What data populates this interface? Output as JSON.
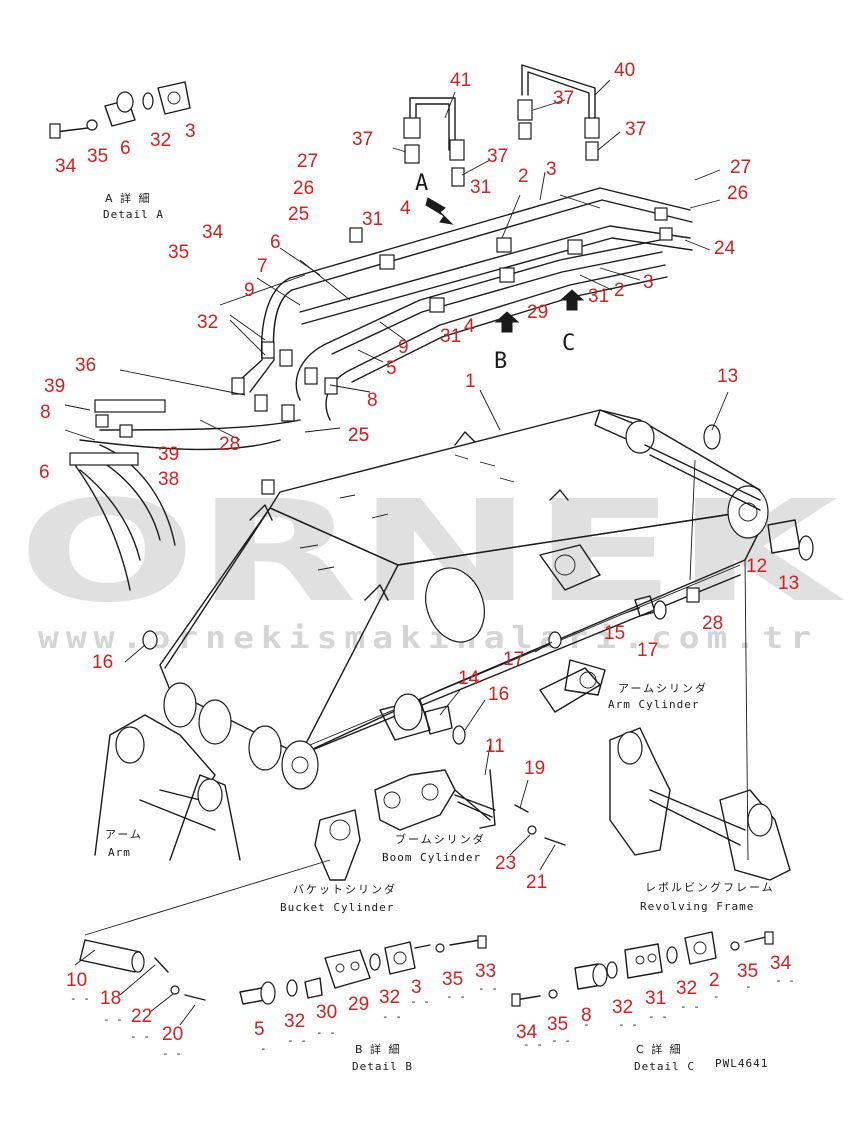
{
  "watermark": {
    "brand": "ORNEK",
    "url": "www.ornekismakinalari.com.tr"
  },
  "drawing_code": "PWL4641",
  "detail_letters": [
    "A",
    "B",
    "C"
  ],
  "captions": {
    "detail_a_jp": "A 詳 細",
    "detail_a_en": "Detail A",
    "detail_b_jp": "B 詳 細",
    "detail_b_en": "Detail B",
    "detail_c_jp": "C 詳 細",
    "detail_c_en": "Detail C",
    "arm_cylinder_jp": "アームシリンダ",
    "arm_cylinder_en": "Arm Cylinder",
    "arm_jp": "アーム",
    "arm_en": "Arm",
    "boom_cylinder_jp": "ブームシリンダ",
    "boom_cylinder_en": "Boom Cylinder",
    "bucket_cylinder_jp": "バケットシリンダ",
    "bucket_cylinder_en": "Bucket Cylinder",
    "revolving_frame_jp": "レボルビングフレーム",
    "revolving_frame_en": "Revolving Frame"
  },
  "callouts": [
    {
      "id": "c41",
      "label": "41"
    },
    {
      "id": "c40",
      "label": "40"
    },
    {
      "id": "c37a",
      "label": "37"
    },
    {
      "id": "c37b",
      "label": "37"
    },
    {
      "id": "c37c",
      "label": "37"
    },
    {
      "id": "c37d",
      "label": "37"
    },
    {
      "id": "c31a",
      "label": "31"
    },
    {
      "id": "c31b",
      "label": "31"
    },
    {
      "id": "c31c",
      "label": "31"
    },
    {
      "id": "c31d",
      "label": "31"
    },
    {
      "id": "c27a",
      "label": "27"
    },
    {
      "id": "c27b",
      "label": "27"
    },
    {
      "id": "c26a",
      "label": "26"
    },
    {
      "id": "c26b",
      "label": "26"
    },
    {
      "id": "c25a",
      "label": "25"
    },
    {
      "id": "c25b",
      "label": "25"
    },
    {
      "id": "c24",
      "label": "24"
    },
    {
      "id": "c4a",
      "label": "4"
    },
    {
      "id": "c4b",
      "label": "4"
    },
    {
      "id": "c2a",
      "label": "2"
    },
    {
      "id": "c2b",
      "label": "2"
    },
    {
      "id": "c3a",
      "label": "3"
    },
    {
      "id": "c3b",
      "label": "3"
    },
    {
      "id": "c3c",
      "label": "3"
    },
    {
      "id": "c29a",
      "label": "29"
    },
    {
      "id": "c34a",
      "label": "34"
    },
    {
      "id": "c35a",
      "label": "35"
    },
    {
      "id": "c6a",
      "label": "6"
    },
    {
      "id": "c32a",
      "label": "32"
    },
    {
      "id": "c34b",
      "label": "34"
    },
    {
      "id": "c35b",
      "label": "35"
    },
    {
      "id": "c9a",
      "label": "9"
    },
    {
      "id": "c7",
      "label": "7"
    },
    {
      "id": "c6b",
      "label": "6"
    },
    {
      "id": "c32b",
      "label": "32"
    },
    {
      "id": "c9b",
      "label": "9"
    },
    {
      "id": "c5a",
      "label": "5"
    },
    {
      "id": "c8a",
      "label": "8"
    },
    {
      "id": "c36",
      "label": "36"
    },
    {
      "id": "c39a",
      "label": "39"
    },
    {
      "id": "c8b",
      "label": "8"
    },
    {
      "id": "c39b",
      "label": "39"
    },
    {
      "id": "c6c",
      "label": "6"
    },
    {
      "id": "c38",
      "label": "38"
    },
    {
      "id": "c28a",
      "label": "28"
    },
    {
      "id": "c25c",
      "label": "25"
    },
    {
      "id": "c1",
      "label": "1"
    },
    {
      "id": "c13a",
      "label": "13"
    },
    {
      "id": "c12",
      "label": "12"
    },
    {
      "id": "c13b",
      "label": "13"
    },
    {
      "id": "c28b",
      "label": "28"
    },
    {
      "id": "c15",
      "label": "15"
    },
    {
      "id": "c17a",
      "label": "17"
    },
    {
      "id": "c17b",
      "label": "17"
    },
    {
      "id": "c16a",
      "label": "16"
    },
    {
      "id": "c14",
      "label": "14"
    },
    {
      "id": "c16b",
      "label": "16"
    },
    {
      "id": "c11",
      "label": "11"
    },
    {
      "id": "c19",
      "label": "19"
    },
    {
      "id": "c23",
      "label": "23"
    },
    {
      "id": "c21",
      "label": "21"
    },
    {
      "id": "c10",
      "label": "10"
    },
    {
      "id": "c18",
      "label": "18"
    },
    {
      "id": "c22",
      "label": "22"
    },
    {
      "id": "c20",
      "label": "20"
    },
    {
      "id": "c5b",
      "label": "5"
    },
    {
      "id": "c32c",
      "label": "32"
    },
    {
      "id": "c30",
      "label": "30"
    },
    {
      "id": "c29b",
      "label": "29"
    },
    {
      "id": "c32d",
      "label": "32"
    },
    {
      "id": "c3d",
      "label": "3"
    },
    {
      "id": "c35c",
      "label": "35"
    },
    {
      "id": "c33",
      "label": "33"
    },
    {
      "id": "c34c",
      "label": "34"
    },
    {
      "id": "c35d",
      "label": "35"
    },
    {
      "id": "c8c",
      "label": "8"
    },
    {
      "id": "c32e",
      "label": "32"
    },
    {
      "id": "c31e",
      "label": "31"
    },
    {
      "id": "c32f",
      "label": "32"
    },
    {
      "id": "c2c",
      "label": "2"
    },
    {
      "id": "c35e",
      "label": "35"
    },
    {
      "id": "c34d",
      "label": "34"
    }
  ],
  "colors": {
    "callout": "#d42020",
    "linework": "#1a1a1a",
    "watermark": "#c8c8c8"
  }
}
